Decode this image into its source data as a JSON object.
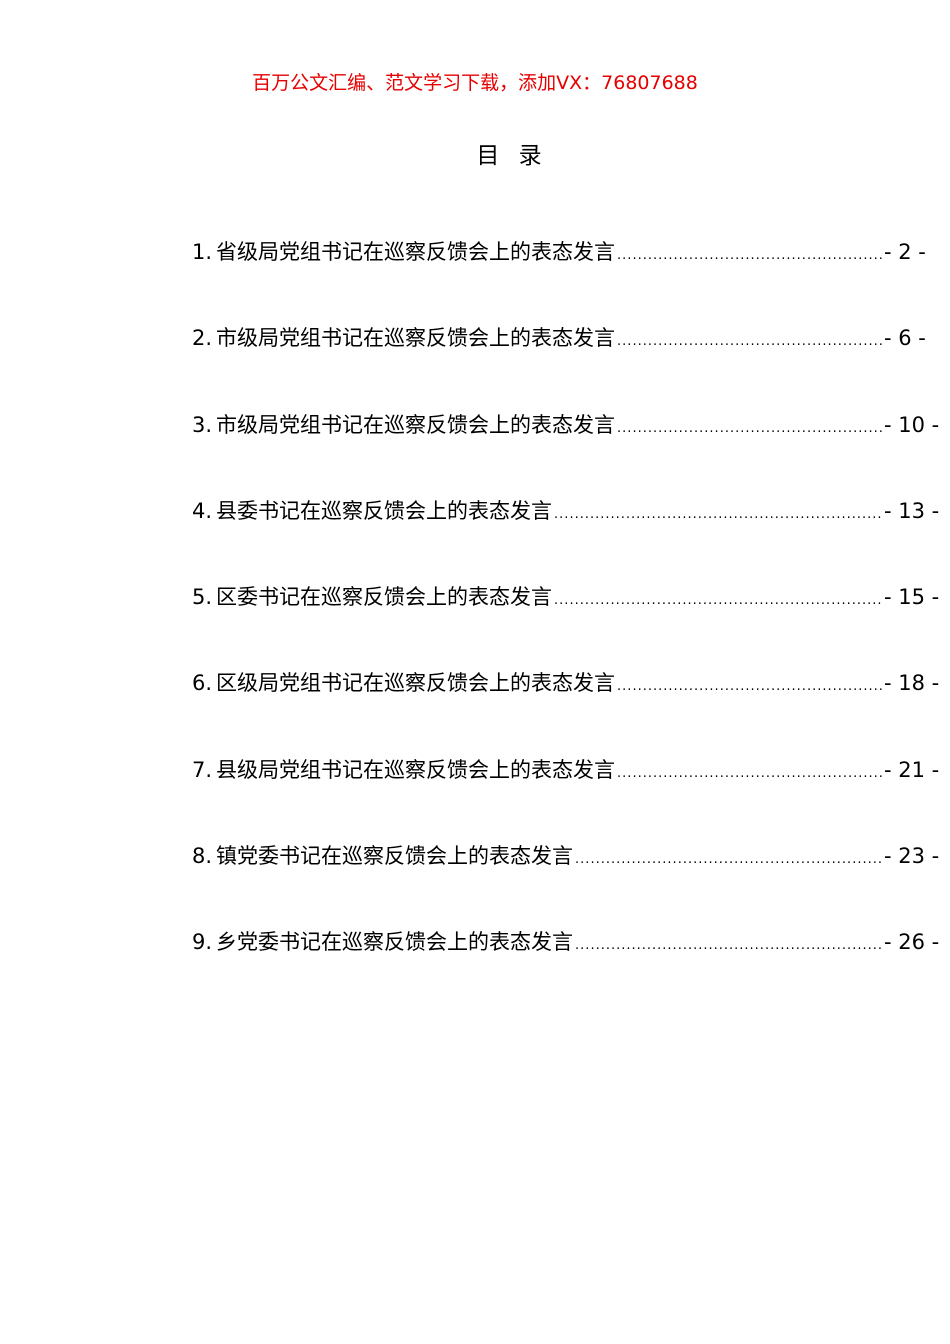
{
  "header": {
    "watermark": "百万公文汇编、范文学习下载，添加VX：76807688"
  },
  "toc": {
    "title": "目 录",
    "entries": [
      {
        "num": "1.",
        "text": "省级局党组书记在巡察反馈会上的表态发言",
        "page": "- 2 -"
      },
      {
        "num": "2.",
        "text": "市级局党组书记在巡察反馈会上的表态发言",
        "page": "- 6 -"
      },
      {
        "num": "3.",
        "text": "市级局党组书记在巡察反馈会上的表态发言",
        "page": "- 10 -"
      },
      {
        "num": "4.",
        "text": "县委书记在巡察反馈会上的表态发言",
        "page": "- 13 -"
      },
      {
        "num": "5.",
        "text": "区委书记在巡察反馈会上的表态发言",
        "page": "- 15 -"
      },
      {
        "num": "6.",
        "text": "区级局党组书记在巡察反馈会上的表态发言",
        "page": "- 18 -"
      },
      {
        "num": "7.",
        "text": "县级局党组书记在巡察反馈会上的表态发言",
        "page": "- 21 -"
      },
      {
        "num": "8.",
        "text": "镇党委书记在巡察反馈会上的表态发言",
        "page": "- 23 -"
      },
      {
        "num": "9.",
        "text": "乡党委书记在巡察反馈会上的表态发言",
        "page": "- 26 -"
      }
    ]
  },
  "colors": {
    "watermark": "#e60000",
    "text": "#000000"
  }
}
